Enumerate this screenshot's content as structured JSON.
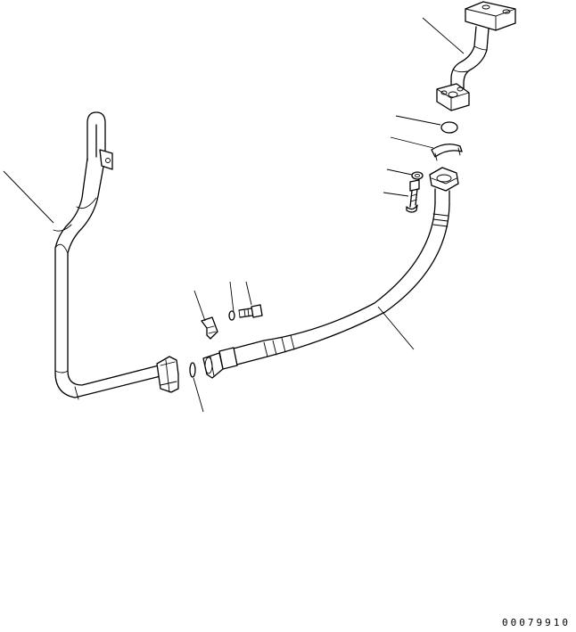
{
  "drawing": {
    "number": "00079910",
    "parts": [
      {
        "id": "long-tube",
        "label": ""
      },
      {
        "id": "upper-tube-with-flange",
        "label": ""
      },
      {
        "id": "o-ring-upper",
        "label": ""
      },
      {
        "id": "split-flange-upper",
        "label": ""
      },
      {
        "id": "washer-upper",
        "label": ""
      },
      {
        "id": "bolt-upper",
        "label": ""
      },
      {
        "id": "split-flange-lower",
        "label": ""
      },
      {
        "id": "washer-lower",
        "label": ""
      },
      {
        "id": "bolt-lower",
        "label": ""
      },
      {
        "id": "hose",
        "label": ""
      },
      {
        "id": "o-ring-lower",
        "label": ""
      }
    ]
  }
}
